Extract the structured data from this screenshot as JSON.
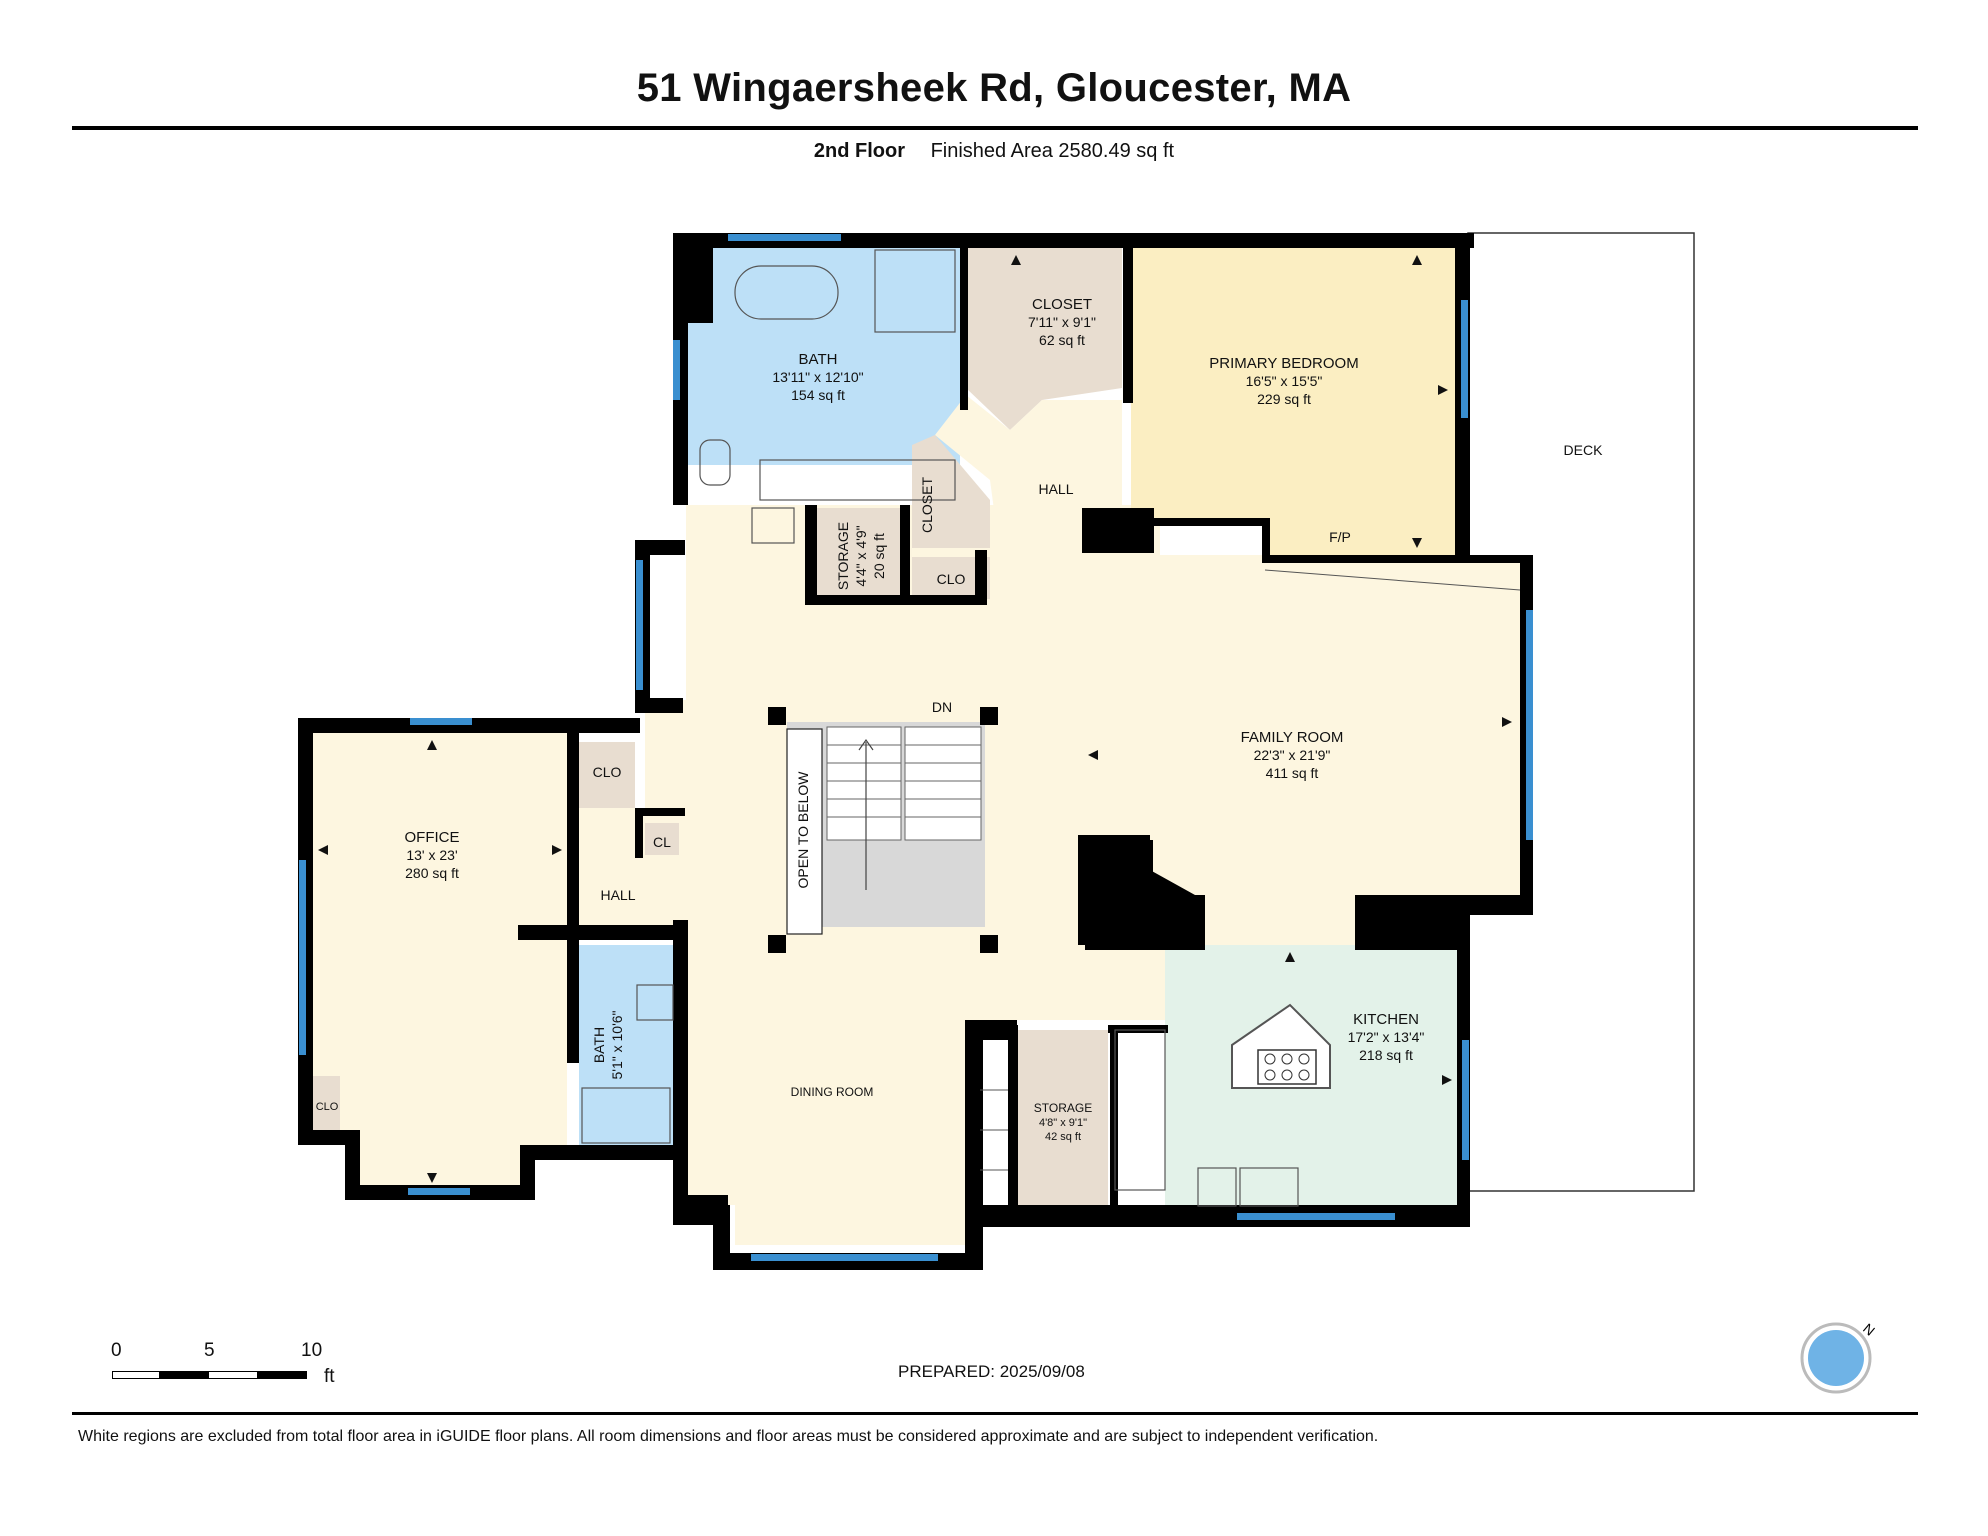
{
  "header": {
    "title": "51 Wingaersheek Rd, Gloucester, MA",
    "floor": "2nd Floor",
    "area": "Finished Area 2580.49 sq ft"
  },
  "rooms": {
    "bath_main": {
      "name": "BATH",
      "dims": "13'11\" x 12'10\"",
      "area": "154 sq ft"
    },
    "closet_main": {
      "name": "CLOSET",
      "dims": "7'11\" x 9'1\"",
      "area": "62 sq ft"
    },
    "primary_bedroom": {
      "name": "PRIMARY BEDROOM",
      "dims": "16'5\" x 15'5\"",
      "area": "229 sq ft"
    },
    "deck": {
      "name": "DECK"
    },
    "hall_upper": {
      "name": "HALL"
    },
    "closet_small": {
      "name": "CLOSET"
    },
    "fp": {
      "name": "F/P"
    },
    "storage_upper": {
      "name": "STORAGE",
      "dims": "4'4\" x 4'9\"",
      "area": "20 sq ft"
    },
    "clo_upper": {
      "name": "CLO"
    },
    "family_room": {
      "name": "FAMILY ROOM",
      "dims": "22'3\" x 21'9\"",
      "area": "411 sq ft"
    },
    "stairs": {
      "dn": "DN",
      "open": "OPEN TO BELOW"
    },
    "office": {
      "name": "OFFICE",
      "dims": "13' x 23'",
      "area": "280 sq ft"
    },
    "clo_office": {
      "name": "CLO"
    },
    "clo_office_small": {
      "name": "CLO"
    },
    "cl_hall": {
      "name": "CL"
    },
    "hall_lower": {
      "name": "HALL"
    },
    "bath_small": {
      "name": "BATH",
      "dims": "5'1\" x 10'6\""
    },
    "dining_room": {
      "name": "DINING ROOM"
    },
    "storage_lower": {
      "name": "STORAGE",
      "dims": "4'8\" x 9'1\"",
      "area": "42 sq ft"
    },
    "kitchen": {
      "name": "KITCHEN",
      "dims": "17'2\" x 13'4\"",
      "area": "218 sq ft"
    }
  },
  "scale": {
    "t0": "0",
    "t5": "5",
    "t10": "10",
    "unit": "ft"
  },
  "compass": {
    "north": "N"
  },
  "prepared": "PREPARED: 2025/09/08",
  "footer": "White regions are excluded from total floor area in iGUIDE floor plans. All room dimensions and floor areas must be considered approximate and are subject to independent verification.",
  "colors": {
    "bath": "#bde0f7",
    "closet": "#e8ddd0",
    "bedroom": "#fbeec2",
    "living": "#fdf6e0",
    "kitchen": "#e3f2e9",
    "wall": "#000000",
    "window": "#3a8fd0"
  }
}
